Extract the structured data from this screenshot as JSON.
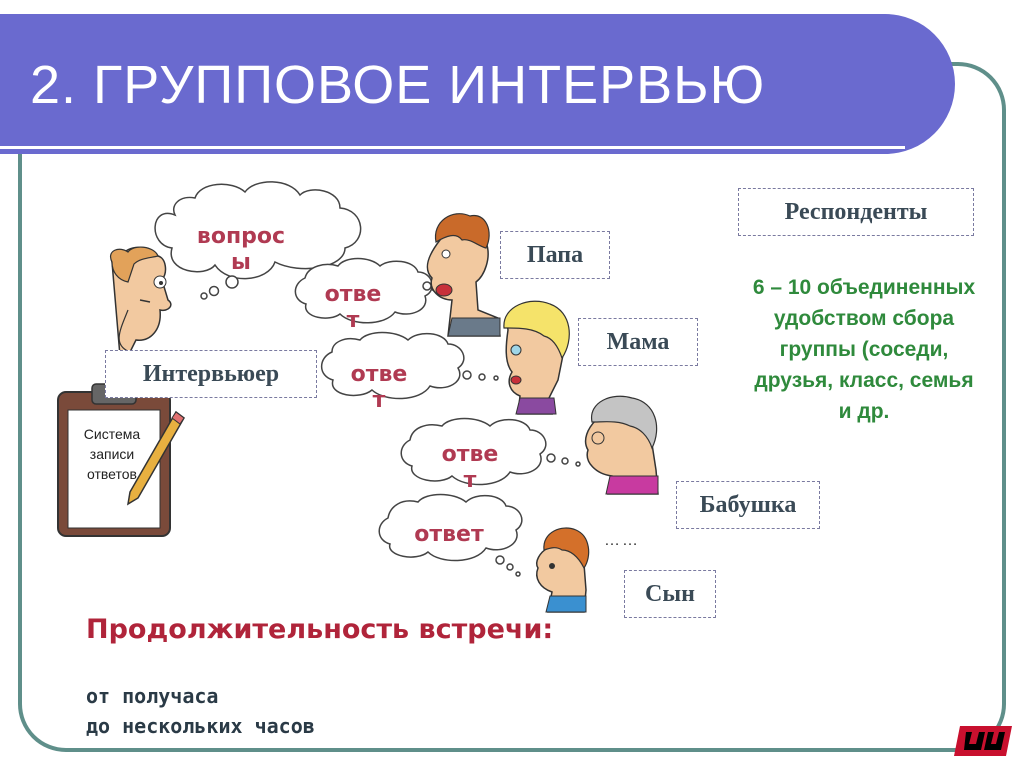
{
  "slide": {
    "title": "2. ГРУППОВОЕ ИНТЕРВЬЮ"
  },
  "diagram": {
    "interviewer_label": "Интервьюер",
    "recording_system": [
      "Система",
      "записи",
      "ответов"
    ],
    "questions_bubble": [
      "вопрос",
      "ы"
    ],
    "answer_bubbles": [
      [
        "отве",
        "т"
      ],
      [
        "отве",
        "т"
      ],
      [
        "отве",
        "т"
      ],
      [
        "ответ"
      ]
    ],
    "respondents_header": "Респонденты",
    "respondents": [
      "Папа",
      "Мама",
      "Бабушка",
      "Сын"
    ],
    "ellipsis": "……",
    "respondents_description": [
      "6 – 10 объединенных",
      "удобством сбора",
      "группы (соседи,",
      "друзья, класс, семья",
      "и др."
    ]
  },
  "duration": {
    "title": "Продолжительность встречи:",
    "lines": [
      "от получаса",
      "до нескольких часов"
    ]
  },
  "colors": {
    "title_bar": "#6a6acf",
    "frame": "#5f8f8a",
    "bubble_text": "#b03a52",
    "green_text": "#2f8a3c",
    "duration_title": "#b0243a"
  }
}
